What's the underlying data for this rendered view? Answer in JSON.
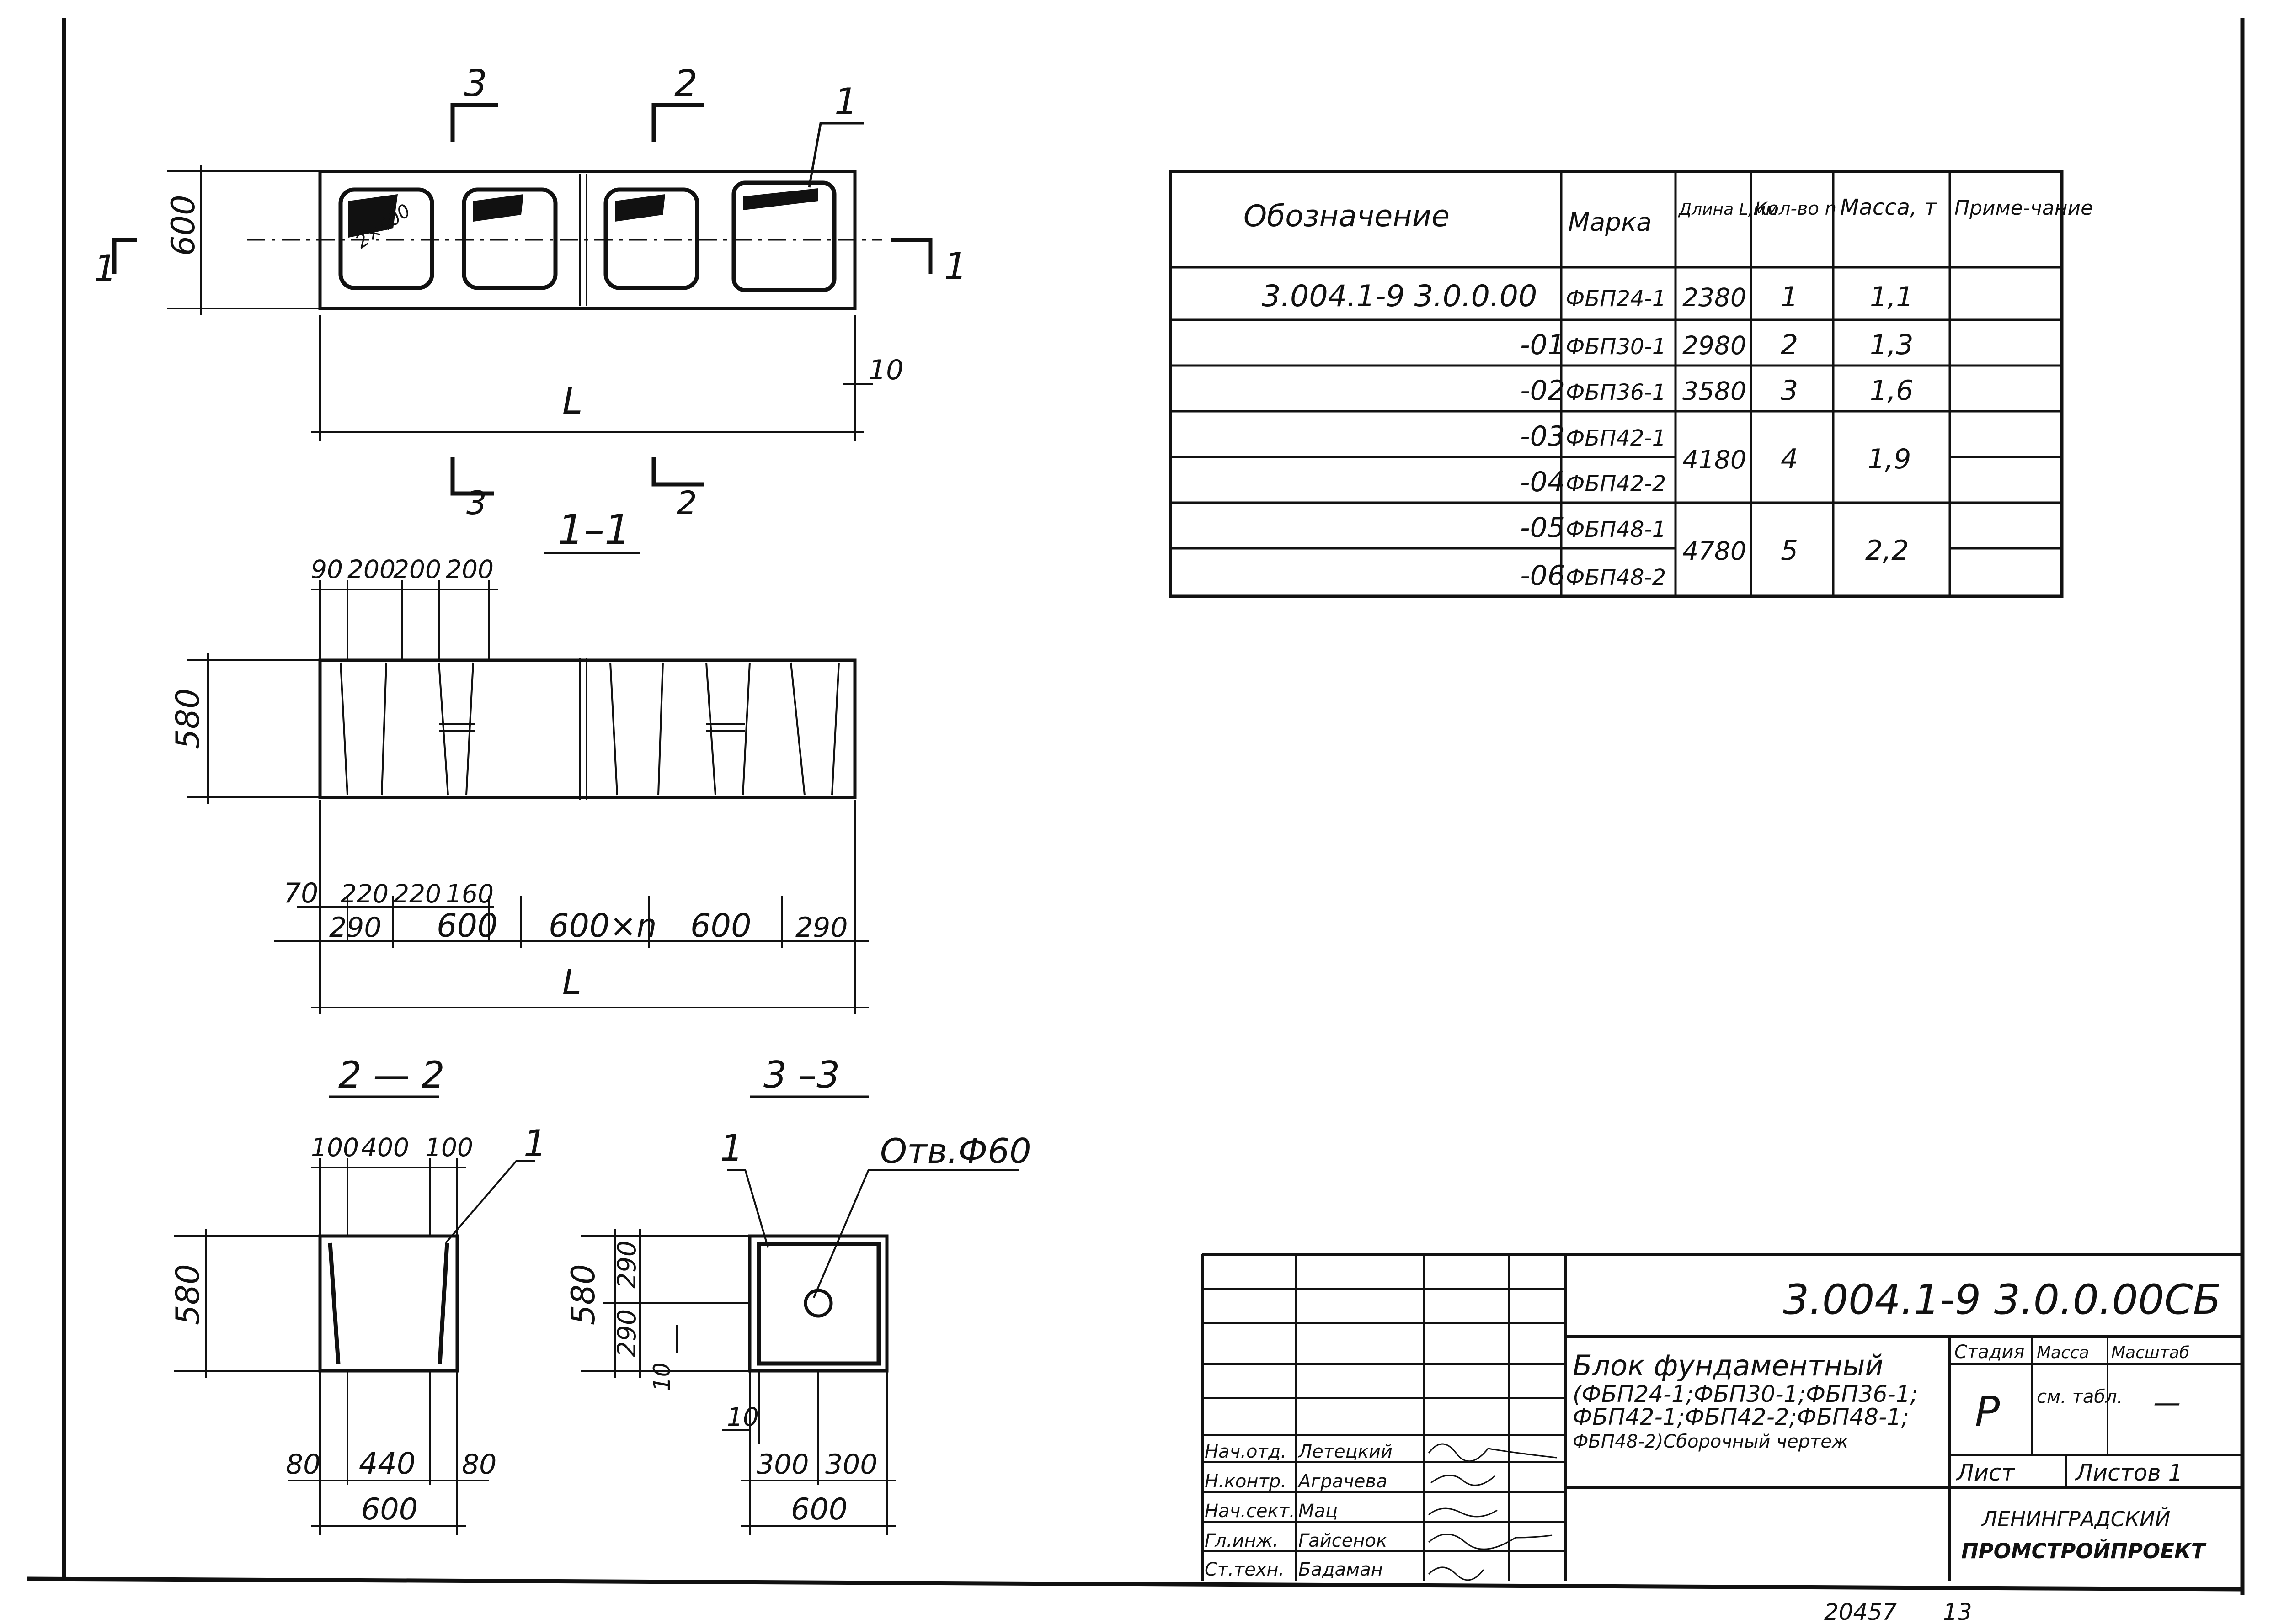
{
  "sections": {
    "cut_3": "3",
    "cut_2": "2",
    "cut_1": "1",
    "cut_1_1": "1–1",
    "cut_2_2": "2 — 2",
    "cut_3_3": "3 –3"
  },
  "plan_view": {
    "dim_height": "600",
    "dim_length": "L",
    "dim_gap": "10",
    "leader_item": "1",
    "hole_label": "2×400"
  },
  "section_1_1": {
    "top_dims": [
      "90",
      "200",
      "200",
      "200"
    ],
    "height": "580",
    "bottom_dims_row1": [
      "70",
      "220",
      "220",
      "160"
    ],
    "bottom_dims_row2": [
      "290",
      "600",
      "600×n",
      "600",
      "290"
    ],
    "length": "L"
  },
  "section_2_2": {
    "top_dims": [
      "100",
      "400",
      "100"
    ],
    "height": "580",
    "bottom_dims": [
      "80",
      "440",
      "80"
    ],
    "width": "600",
    "leader_item": "1"
  },
  "section_3_3": {
    "height": "580",
    "half_heights": [
      "290",
      "290"
    ],
    "small_dims": [
      "10",
      "10"
    ],
    "bottom_dims": [
      "300",
      "300"
    ],
    "width": "600",
    "leader_item": "1",
    "hole_note": "Отв.Ф60"
  },
  "spec_table": {
    "headers": [
      "Обозначение",
      "Марка",
      "Длина L,мм",
      "Кол-во n",
      "Масса, т",
      "Приме-чание"
    ],
    "rows": [
      {
        "designation": "3.004.1-9 3.0.0.00",
        "mark": "ФБП24-1",
        "length": "2380",
        "n": "1",
        "mass": "1,1"
      },
      {
        "designation": "-01",
        "mark": "ФБП30-1",
        "length": "2980",
        "n": "2",
        "mass": "1,3"
      },
      {
        "designation": "-02",
        "mark": "ФБП36-1",
        "length": "3580",
        "n": "3",
        "mass": "1,6"
      },
      {
        "designation": "-03",
        "mark": "ФБП42-1",
        "length": "4180",
        "n": "4",
        "mass": "1,9"
      },
      {
        "designation": "-04",
        "mark": "ФБП42-2",
        "length": "",
        "n": "",
        "mass": ""
      },
      {
        "designation": "-05",
        "mark": "ФБП48-1",
        "length": "4780",
        "n": "5",
        "mass": "2,2"
      },
      {
        "designation": "-06",
        "mark": "ФБП48-2",
        "length": "",
        "n": "",
        "mass": ""
      }
    ]
  },
  "title_block": {
    "code": "3.004.1-9 3.0.0.00СБ",
    "name_lines": [
      "Блок фундаментный",
      "(ФБП24-1;ФБП30-1;ФБП36-1;",
      "ФБП42-1;ФБП42-2;ФБП48-1;",
      "ФБП48-2)Сборочный чертеж"
    ],
    "stage_label": "Стадия",
    "stage_value": "Р",
    "mass_label": "Масса",
    "mass_value": "см. табл.",
    "scale_label": "Масштаб",
    "scale_value": "—",
    "sheet_label": "Лист",
    "sheets_label": "Листов 1",
    "org_line1": "ЛЕНИНГРАДСКИЙ",
    "org_line2": "ПРОМСТРОЙПРОЕКТ",
    "staff": [
      {
        "role": "Нач.отд.",
        "name": "Летецкий"
      },
      {
        "role": "Н.контр.",
        "name": "Аграчева"
      },
      {
        "role": "Нач.сект.",
        "name": "Мац"
      },
      {
        "role": "Гл.инж.",
        "name": "Гайсенок"
      },
      {
        "role": "Ст.техн.",
        "name": "Бадаман"
      }
    ]
  },
  "footer": {
    "archive_no": "20457",
    "page_no": "13"
  }
}
